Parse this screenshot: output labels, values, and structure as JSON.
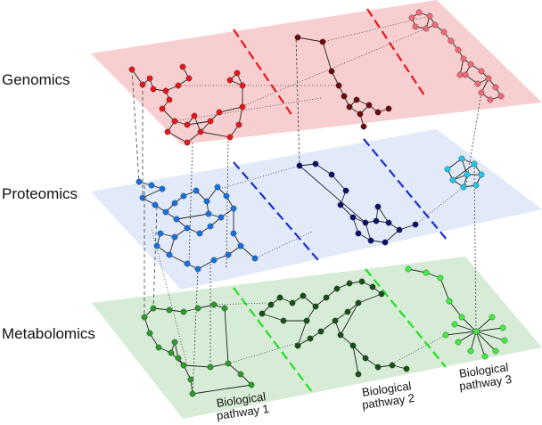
{
  "layers": [
    {
      "key": "genomics",
      "label": "Genomics",
      "plane_color": "#f7cfd0",
      "pathway_colors": [
        "#e8161b",
        "#6a0a0e",
        "#f06a78"
      ],
      "divider_color": "#e8161b"
    },
    {
      "key": "proteomics",
      "label": "Proteomics",
      "plane_color": "#e2eaf8",
      "pathway_colors": [
        "#1670e0",
        "#0d0f6e",
        "#1ec8e8"
      ],
      "divider_color": "#1a2fd0"
    },
    {
      "key": "metabolomics",
      "label": "Metabolomics",
      "plane_color": "#d6ecd6",
      "pathway_colors": [
        "#2a9a2a",
        "#174f17",
        "#3cf03c"
      ],
      "divider_color": "#22e022"
    }
  ],
  "pathways": [
    {
      "line1": "Biological",
      "line2": "pathway 1"
    },
    {
      "line1": "Biological",
      "line2": "pathway 2"
    },
    {
      "line1": "Biological",
      "line2": "pathway 3"
    }
  ],
  "edge_color": "#222222",
  "interlayer_edge_color": "#444444"
}
